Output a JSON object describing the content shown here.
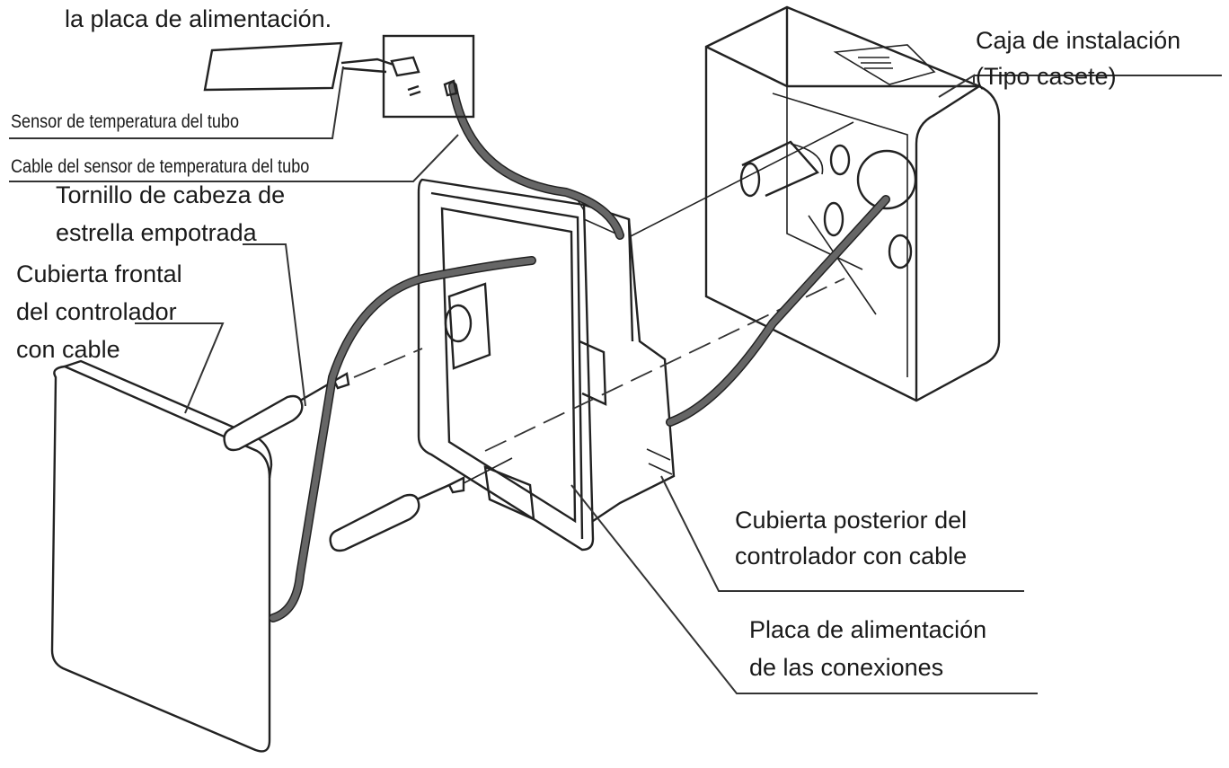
{
  "labels": {
    "top_fragment": "la placa de alimentación.",
    "pipe_sensor": "Sensor de temperatura del tubo",
    "pipe_sensor_cable": "Cable del sensor de temperatura del tubo",
    "screw_line1": "Tornillo de cabeza de",
    "screw_line2": "estrella empotrada",
    "front_cover_line1": "Cubierta frontal",
    "front_cover_line2": "del controlador",
    "front_cover_line3": "con cable",
    "box_line1": "Caja de instalación",
    "box_line2": "(Tipo casete)",
    "back_cover_line1": "Cubierta posterior del",
    "back_cover_line2": "controlador con cable",
    "power_board_line1": "Placa de alimentación",
    "power_board_line2": "de las conexiones"
  },
  "colors": {
    "line": "#222222",
    "cable": "#666666",
    "background": "#ffffff"
  }
}
